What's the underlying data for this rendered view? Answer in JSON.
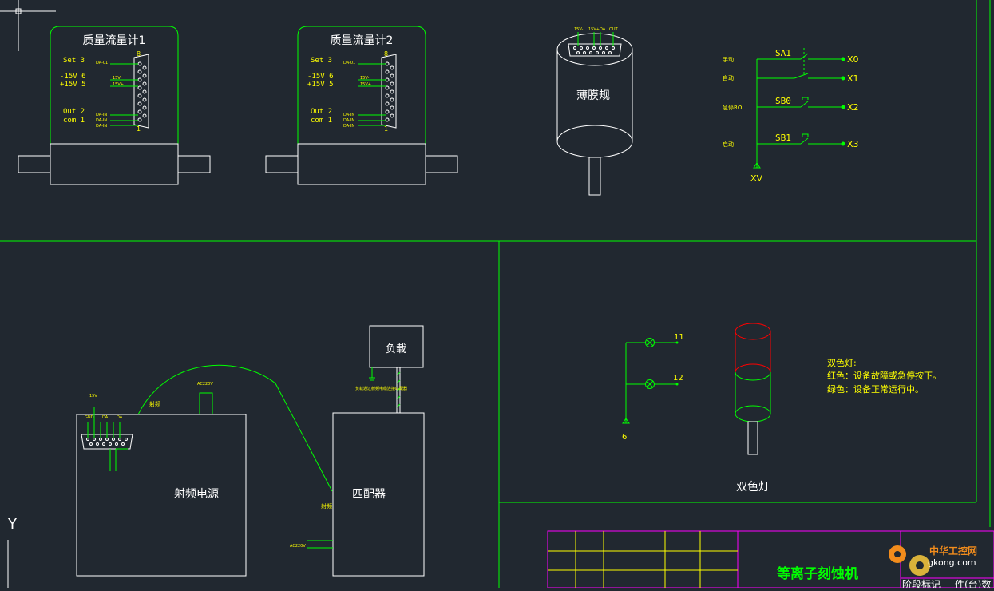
{
  "colors": {
    "background": "#212830",
    "line_white": "#ffffff",
    "line_green": "#00ff00",
    "text_yellow": "#ffff00",
    "lamp_red": "#ff0000",
    "title_block_magenta": "#ff00ff",
    "watermark_orange": "#f28c1c"
  },
  "flow_meter_1": {
    "title": "质量流量计1",
    "pins": [
      "Set 3",
      "-15V 6",
      "+15V 5",
      "Out 2",
      "com 1"
    ],
    "pin_number_top": "8",
    "pin_number_bottom": "1",
    "pin_tags": [
      "DA-01",
      "15V-",
      "15V+",
      "DA-IN",
      "DA-IN",
      "DA-IN"
    ]
  },
  "flow_meter_2": {
    "title": "质量流量计2",
    "pins": [
      "Set 3",
      "-15V 6",
      "+15V 5",
      "Out 2",
      "com 1"
    ],
    "pin_number_top": "8",
    "pin_number_bottom": "1",
    "pin_tags": [
      "DA-01",
      "15V-",
      "15V+",
      "DA-IN",
      "DA-IN",
      "DA-IN"
    ]
  },
  "thin_film_gauge": {
    "title": "薄膜规",
    "top_tags": [
      "15V-",
      "15V+",
      "DA",
      "OUT"
    ]
  },
  "switch_panel": {
    "left_labels": [
      "手动",
      "自动",
      "急停RO",
      "启动"
    ],
    "switch_labels": [
      "SA1",
      "SB0",
      "SB1"
    ],
    "outputs": [
      "X0",
      "X1",
      "X2",
      "X3"
    ],
    "common": "XV"
  },
  "rf_section": {
    "rf_power_label": "射频电源",
    "matcher_label": "匹配器",
    "load_label": "负载",
    "ac_top": "AC220V",
    "ac_bottom": "AC220V",
    "cable_left": "射频",
    "cable_right": "射频",
    "load_note": "负载通过射频电缆连接匹配器",
    "connector_tags": [
      "15V",
      "GND",
      "DA",
      "DA"
    ]
  },
  "two_color_lamp": {
    "wire_labels": [
      "11",
      "12"
    ],
    "common": "6",
    "caption": "双色灯",
    "legend_title": "双色灯:",
    "legend_red": "红色：设备故障或急停按下。",
    "legend_green": "绿色：设备正常运行中。"
  },
  "title_block": {
    "title": "等离子刻蚀机",
    "stage_mark": "阶段标记",
    "count": "件(台)数"
  },
  "ucs": {
    "y_label": "Y"
  },
  "watermark": {
    "text_cn": "中华工控网",
    "text_url": "gkong.com"
  }
}
